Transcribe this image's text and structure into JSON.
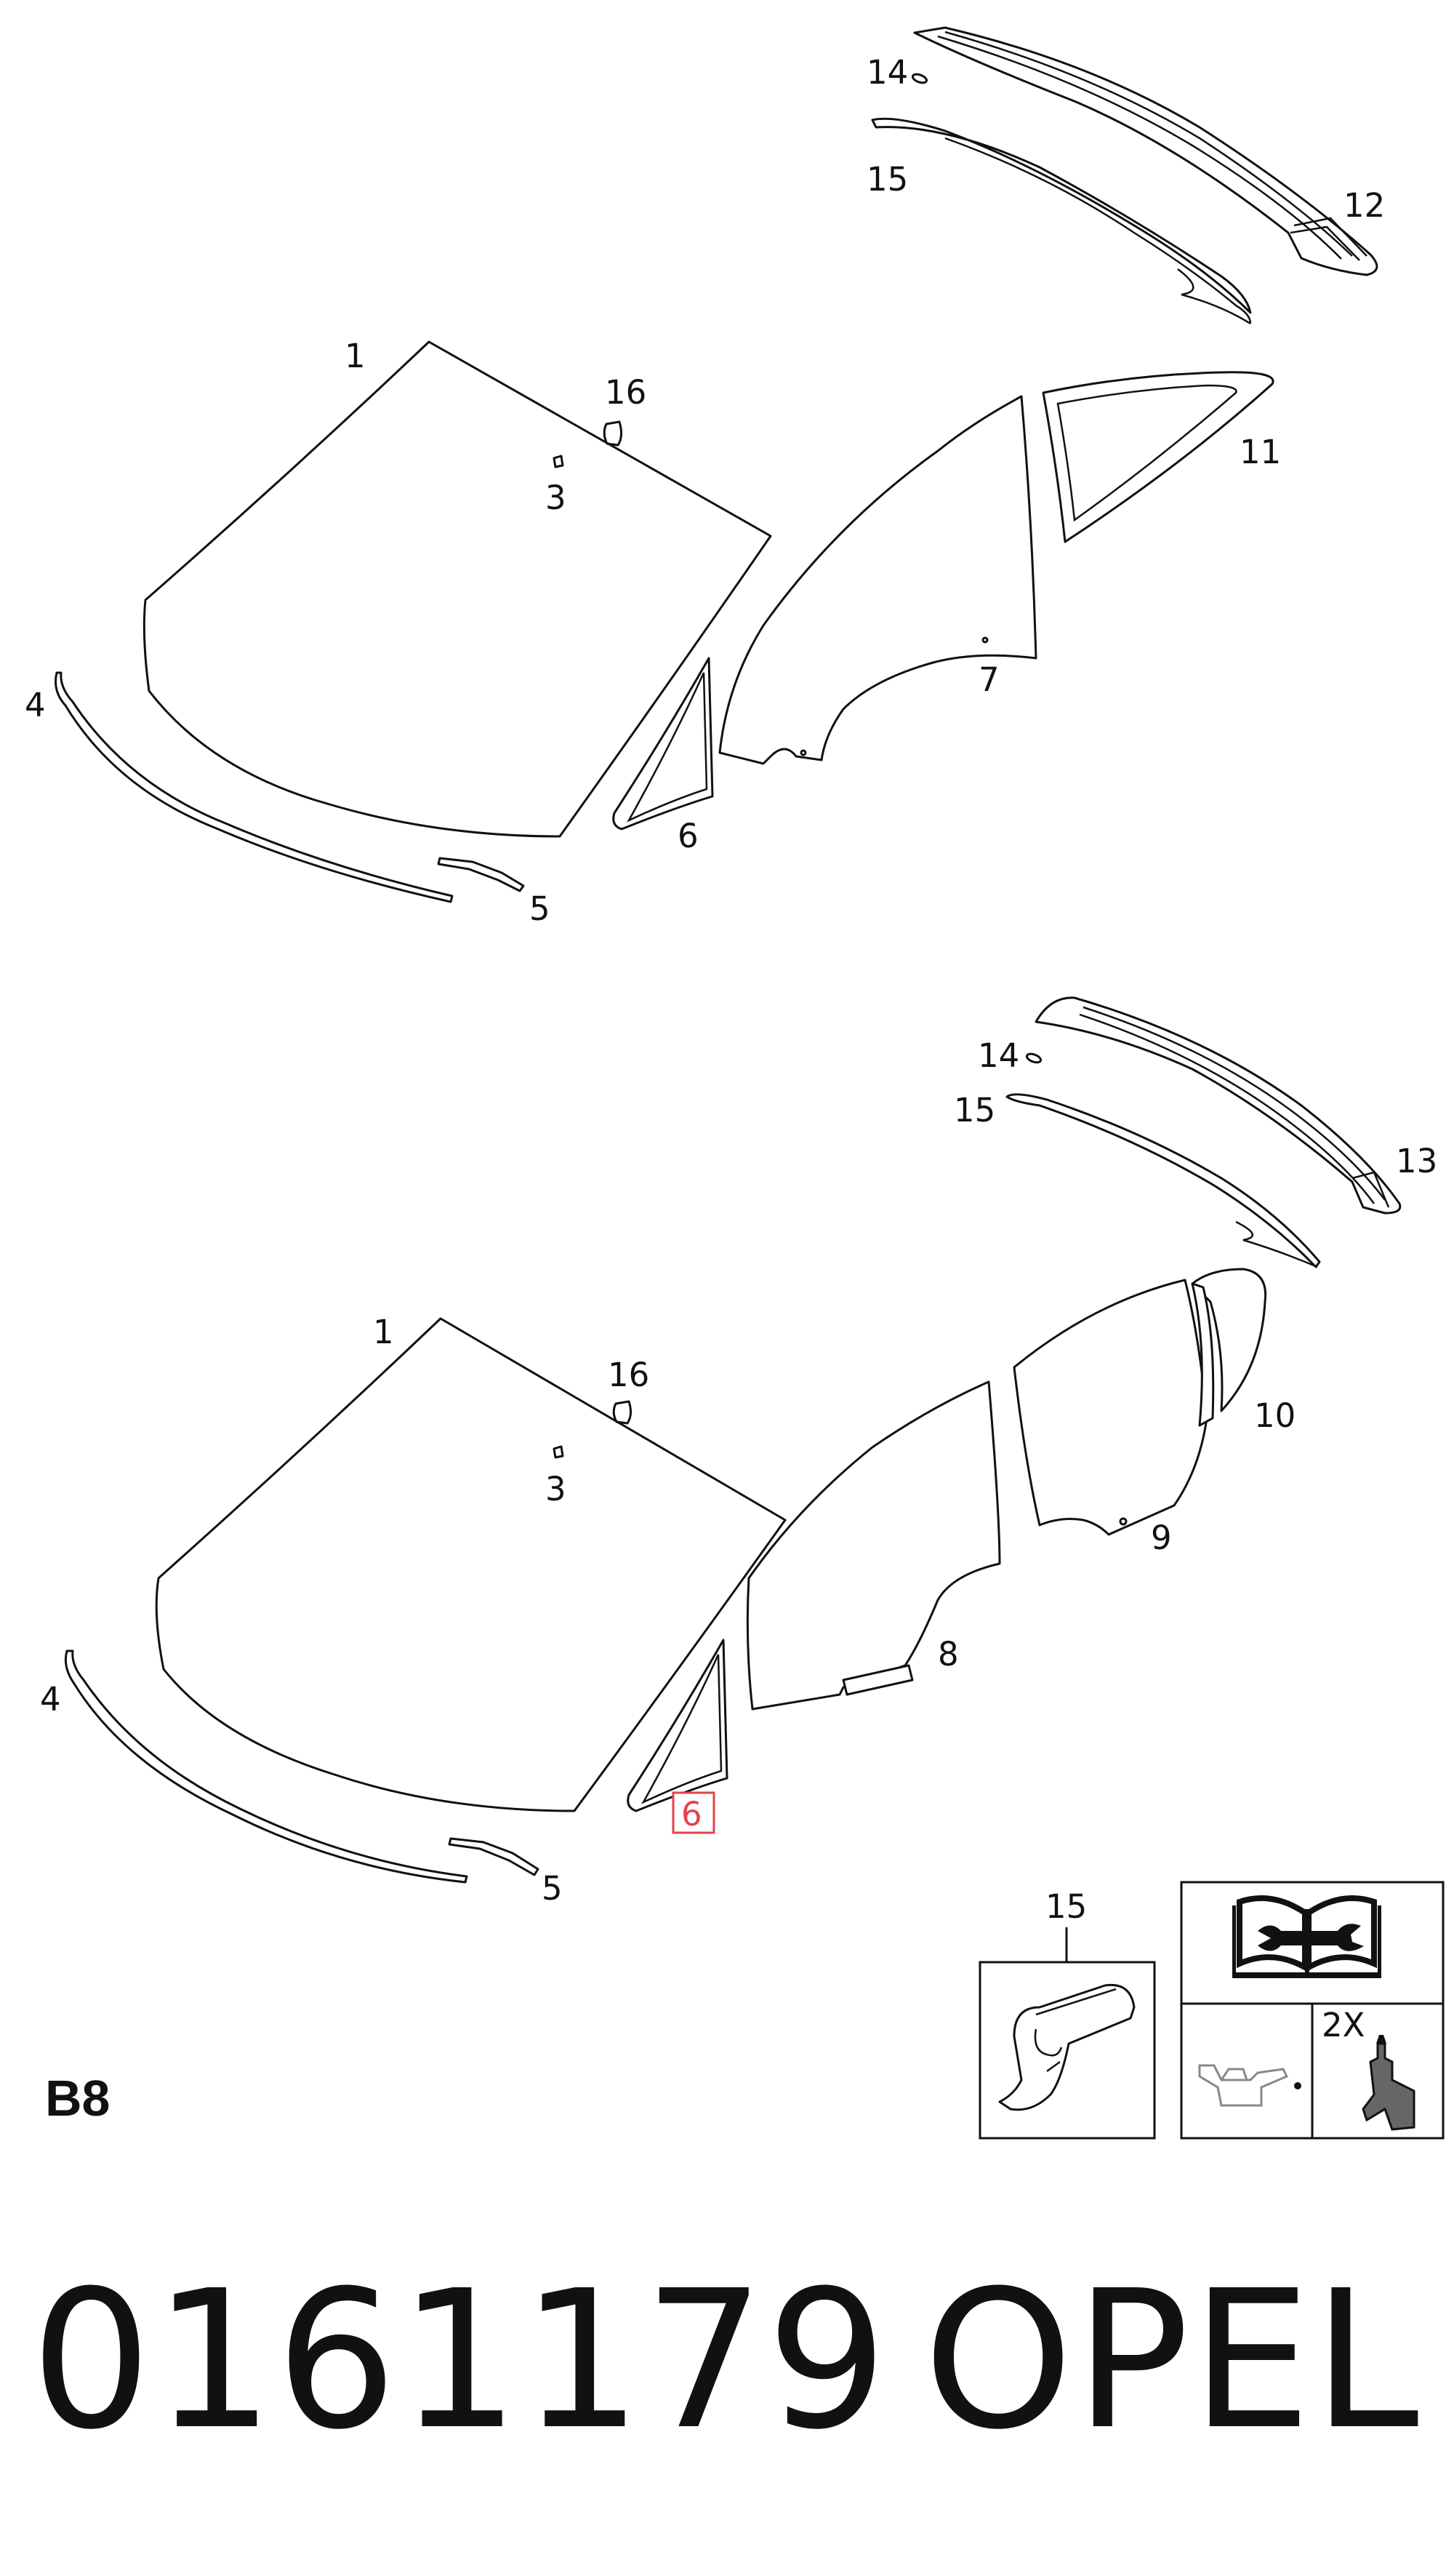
{
  "callouts_top": {
    "c1": "1",
    "c3": "3",
    "c4": "4",
    "c5": "5",
    "c6": "6",
    "c7": "7",
    "c11": "11",
    "c12": "12",
    "c14": "14",
    "c15": "15",
    "c16": "16"
  },
  "callouts_bottom": {
    "c1": "1",
    "c3": "3",
    "c4": "4",
    "c5": "5",
    "c6": "6",
    "c8": "8",
    "c9": "9",
    "c10": "10",
    "c13": "13",
    "c14": "14",
    "c15": "15",
    "c16": "16"
  },
  "highlighted_part": "6",
  "highlight_color": "#e2444c",
  "detail": {
    "label": "15",
    "multiplier": "2X"
  },
  "icons": [
    "repair-manual-icon",
    "wrench-icon",
    "oil-can-icon",
    "adhesive-bottle-icon"
  ],
  "section_code": "B8",
  "part_number": "0161179",
  "brand": "OPEL"
}
